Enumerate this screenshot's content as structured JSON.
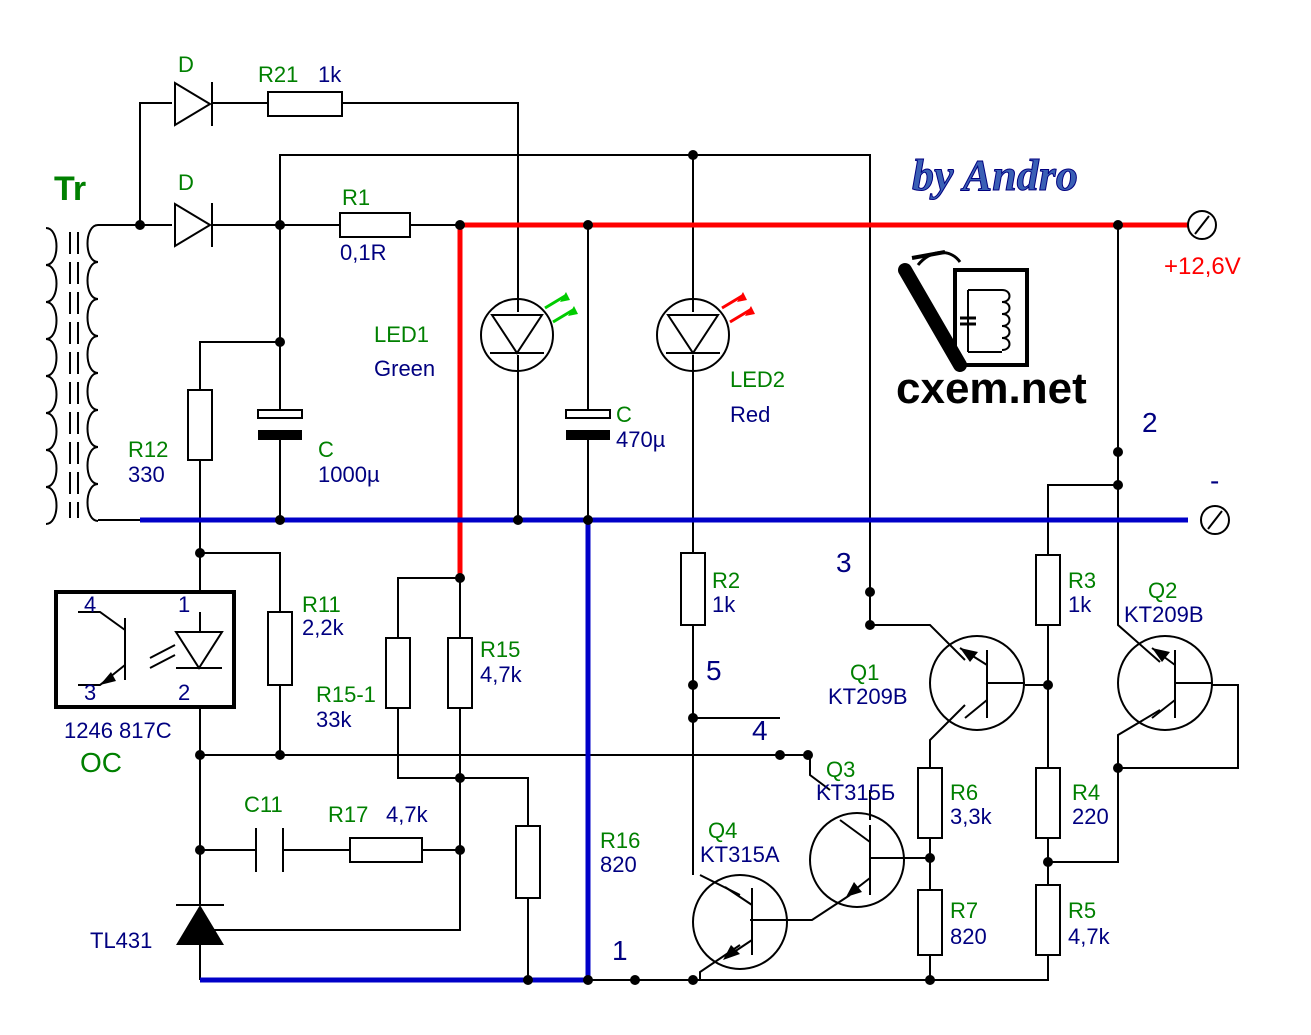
{
  "labels": {
    "tr": "Tr",
    "d_top": "D",
    "d_mid": "D",
    "r21": "R21",
    "r21_val": "1k",
    "r1": "R1",
    "r1_val": "0,1R",
    "led1": "LED1",
    "led1_color": "Green",
    "led2": "LED2",
    "led2_color": "Red",
    "c_470": "C",
    "c_470_val": "470µ",
    "c_1000": "C",
    "c_1000_val": "1000µ",
    "r12": "R12",
    "r12_val": "330",
    "r11": "R11",
    "r11_val": "2,2k",
    "r15": "R15",
    "r15_val": "4,7k",
    "r15_1": "R15-1",
    "r15_1_val": "33k",
    "r2": "R2",
    "r2_val": "1k",
    "r3": "R3",
    "r3_val": "1k",
    "q1": "Q1",
    "q1_type": "KT209B",
    "q2": "Q2",
    "q2_type": "KT209B",
    "q3": "Q3",
    "q3_type": "KT315Б",
    "q4": "Q4",
    "q4_type": "KT315A",
    "r4": "R4",
    "r4_val": "220",
    "r5": "R5",
    "r5_val": "4,7k",
    "r6": "R6",
    "r6_val": "3,3k",
    "r7": "R7",
    "r7_val": "820",
    "r16": "R16",
    "r16_val": "820",
    "r17": "R17",
    "r17_val": "4,7k",
    "c11": "C11",
    "oc_part": "1246 817C",
    "oc": "OC",
    "tl431": "TL431",
    "vplus": "+12,6V",
    "vminus": "-",
    "n1": "1",
    "n2": "2",
    "n3": "3",
    "n4": "4",
    "n5": "5",
    "pin4": "4",
    "pin1": "1",
    "pin3": "3",
    "pin2": "2",
    "author": "by Andro",
    "site": "cxem.net"
  },
  "colors": {
    "positive_rail": "#ff0000",
    "negative_rail": "#0000c8",
    "label_green": "#008000",
    "label_blue": "#000080",
    "led_green": "#00cc00",
    "led_red": "#ff0000"
  }
}
